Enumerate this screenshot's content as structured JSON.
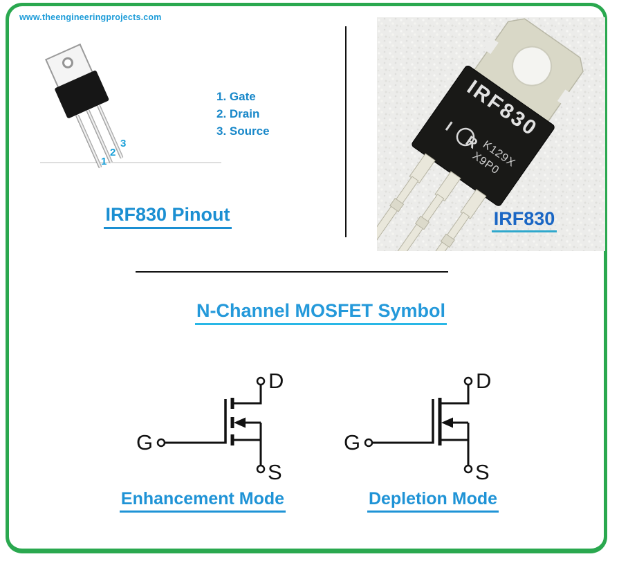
{
  "watermark": "www.theengineeringprojects.com",
  "pinout": {
    "title": "IRF830 Pinout",
    "pin_numbers": [
      "1",
      "2",
      "3"
    ],
    "pins": [
      "1. Gate",
      "2. Drain",
      "3. Source"
    ]
  },
  "photo": {
    "caption": "IRF830",
    "chip_marking": "IRF830",
    "chip_logo": "I R",
    "chip_codes": [
      "K129X",
      "X9P0"
    ]
  },
  "symbols": {
    "title": "N-Channel MOSFET Symbol",
    "enhancement": {
      "label": "Enhancement Mode",
      "gate": "G",
      "drain": "D",
      "source": "S"
    },
    "depletion": {
      "label": "Depletion Mode",
      "gate": "G",
      "drain": "D",
      "source": "S"
    }
  },
  "colors": {
    "frame_green": "#2aa84f",
    "accent_blue": "#1f93d6",
    "watermark_blue": "#1b9bd8",
    "caption_blue": "#1a66c4",
    "underline_cyan": "#29b7e6"
  }
}
